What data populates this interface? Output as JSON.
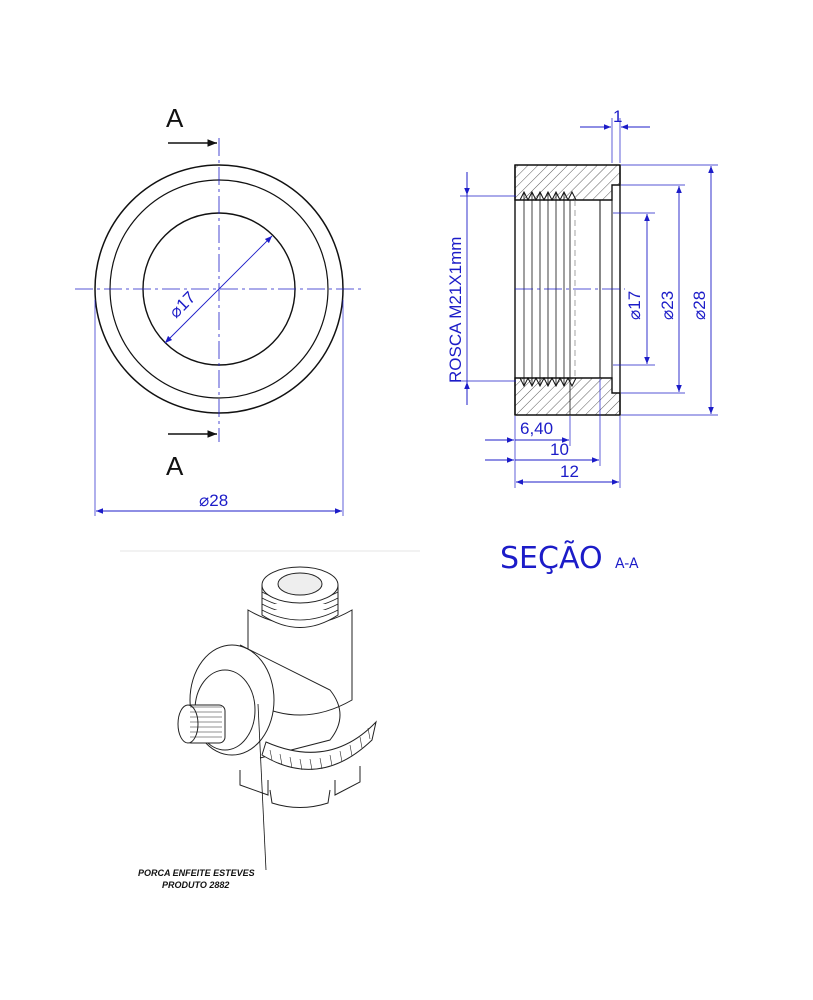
{
  "front_view": {
    "section_label_top": "A",
    "section_label_bottom": "A",
    "inner_diameter": "17",
    "outer_diameter": "28"
  },
  "section_view": {
    "width_flange": "1",
    "thread_label": "ROSCA M21X1mm",
    "diameter_17": "17",
    "diameter_23": "23",
    "diameter_28": "28",
    "depth_640": "6,40",
    "depth_10": "10",
    "depth_12": "12"
  },
  "section_title": {
    "main": "SEÇÃO",
    "suffix": "A-A"
  },
  "note": {
    "line1": "PORCA ENFEITE ESTEVES",
    "line2": "PRODUTO 2882"
  },
  "colors": {
    "dimension": "#1c1cc8",
    "outline": "#111111"
  }
}
